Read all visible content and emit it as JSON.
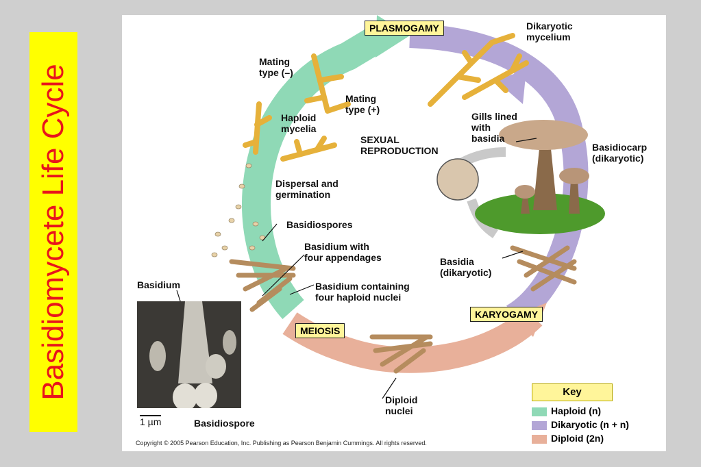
{
  "side_title": "Basidiomycete Life Cycle",
  "stages": {
    "plasmogamy": "PLASMOGAMY",
    "karyogamy": "KARYOGAMY",
    "meiosis": "MEIOSIS"
  },
  "center_label": "SEXUAL\nREPRODUCTION",
  "labels": {
    "dikaryotic_mycelium": "Dikaryotic\nmycelium",
    "mating_minus": "Mating\ntype (–)",
    "mating_plus": "Mating\ntype (+)",
    "haploid_mycelia": "Haploid\nmycelia",
    "gills": "Gills lined\nwith\nbasidia",
    "basidiocarp": "Basidiocarp\n(dikaryotic)",
    "dispersal": "Dispersal and\ngermination",
    "basidiospores": "Basidiospores",
    "basidium_appendages": "Basidium with\nfour appendages",
    "basidia_dikaryotic": "Basidia\n(dikaryotic)",
    "basidium": "Basidium",
    "basidium_haploid": "Basidium containing\nfour haploid nuclei",
    "diploid_nuclei": "Diploid\nnuclei",
    "basidiospore": "Basidiospore",
    "scale": "1 µm"
  },
  "key": {
    "title": "Key",
    "items": [
      {
        "label": "Haploid (n)",
        "color": "#8fd9b6"
      },
      {
        "label": "Dikaryotic (n + n)",
        "color": "#b3a6d6"
      },
      {
        "label": "Diploid (2n)",
        "color": "#e8b09a"
      }
    ]
  },
  "colors": {
    "title_bg": "#ffff00",
    "title_text": "#e8141c",
    "stage_box": "#fff59a"
  },
  "copyright": "Copyright © 2005 Pearson Education, Inc. Publishing as Pearson Benjamin Cummings. All rights reserved."
}
